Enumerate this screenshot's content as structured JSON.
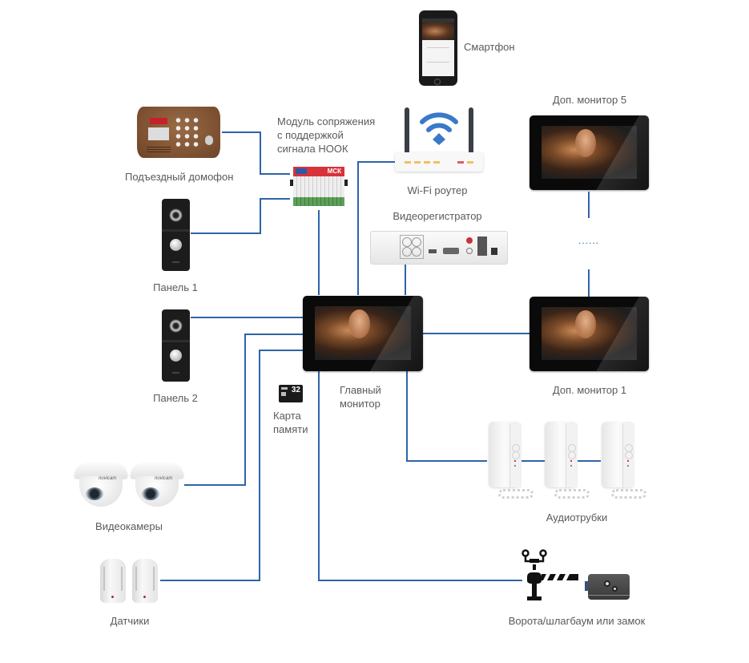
{
  "diagram": {
    "wire_color": "#2e64a8",
    "nodes": {
      "smartphone": {
        "label": "Смартфон"
      },
      "wifi_router": {
        "label": "Wi-Fi роутер"
      },
      "dvr": {
        "label": "Видеорегистратор"
      },
      "hook_module": {
        "label_lines": [
          "Модуль сопряжения",
          "с поддержкой",
          "сигнала НООК"
        ],
        "device_text": "МСК"
      },
      "building_intercom": {
        "label": "Подъездный домофон"
      },
      "panel_1": {
        "label": "Панель 1"
      },
      "panel_2": {
        "label": "Панель 2"
      },
      "memory_card": {
        "label_lines": [
          "Карта",
          "памяти"
        ],
        "capacity": "32"
      },
      "main_monitor": {
        "label_lines": [
          "Главный",
          "монитор"
        ]
      },
      "extra_monitor_5": {
        "label": "Доп. монитор 5"
      },
      "extra_monitor_ellipsis": {
        "label": "......"
      },
      "extra_monitor_1": {
        "label": "Доп. монитор 1"
      },
      "cameras": {
        "label": "Видеокамеры",
        "brand": "novicam"
      },
      "sensors": {
        "label": "Датчики"
      },
      "handsets": {
        "label": "Аудиотрубки",
        "count": 3
      },
      "gate_lock": {
        "label": "Ворота/шлагбаум или замок"
      }
    }
  }
}
